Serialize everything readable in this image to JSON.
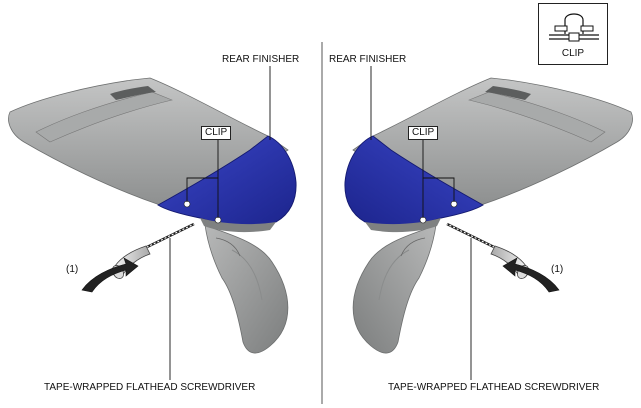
{
  "legend": {
    "label": "CLIP"
  },
  "left": {
    "part_label": "REAR FINISHER",
    "clip_label": "CLIP",
    "step_label": "(1)",
    "tool_label": "TAPE-WRAPPED FLATHEAD SCREWDRIVER"
  },
  "right": {
    "part_label": "REAR FINISHER",
    "clip_label": "CLIP",
    "step_label": "(1)",
    "tool_label": "TAPE-WRAPPED FLATHEAD SCREWDRIVER"
  },
  "colors": {
    "finisher": "#2a35b0",
    "body": "#9a9c9c",
    "arrow": "#222222"
  }
}
